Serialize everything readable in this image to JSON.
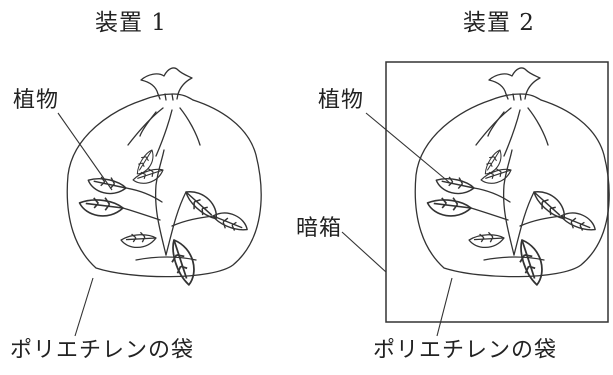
{
  "figure": {
    "apparatus_1": {
      "title": "装置 1",
      "plant_label": "植物",
      "bag_label": "ポリエチレンの袋"
    },
    "apparatus_2": {
      "title": "装置 2",
      "plant_label": "植物",
      "dark_box_label": "暗箱",
      "bag_label": "ポリエチレンの袋"
    }
  },
  "colors": {
    "ink": "#333333",
    "background": "#ffffff"
  }
}
